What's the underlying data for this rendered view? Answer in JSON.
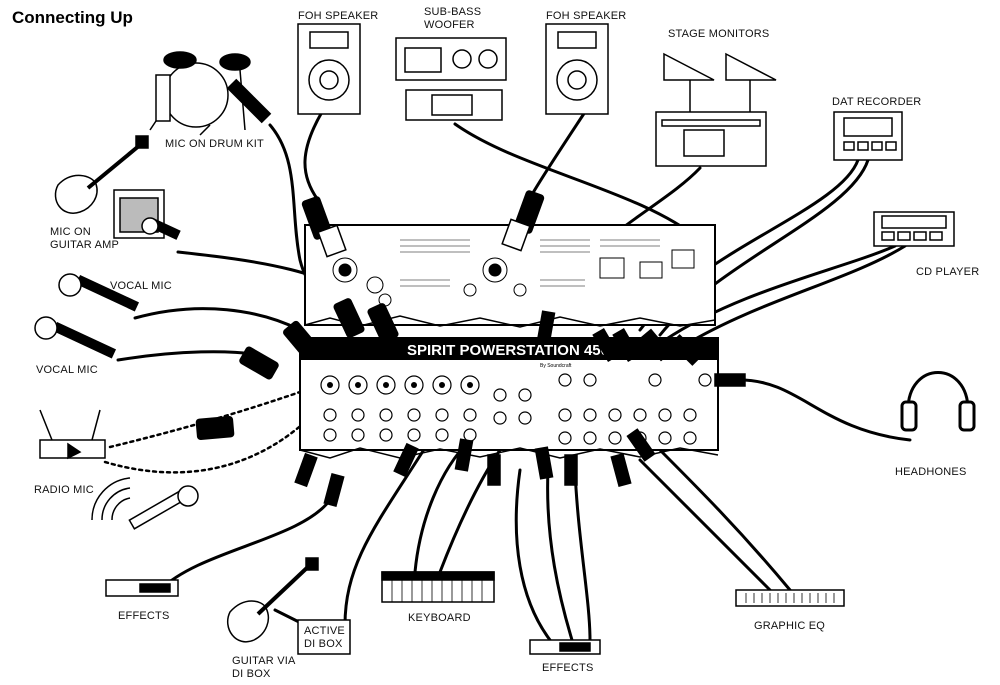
{
  "title": "Connecting Up",
  "labels": {
    "foh_left": "FOH SPEAKER",
    "sub_line1": "SUB-BASS",
    "sub_line2": "WOOFER",
    "foh_right": "FOH SPEAKER",
    "stage_monitors": "STAGE MONITORS",
    "dat_recorder": "DAT RECORDER",
    "cd_player": "CD PLAYER",
    "mic_drum": "MIC ON DRUM KIT",
    "mic_guitar_1": "MIC ON",
    "mic_guitar_2": "GUITAR AMP",
    "vocal_mic_1": "VOCAL MIC",
    "vocal_mic_2": "VOCAL MIC",
    "radio_mic": "RADIO MIC",
    "headphones": "HEADHONES",
    "effects_left": "EFFECTS",
    "guitar_di_1": "GUITAR VIA",
    "guitar_di_2": "DI BOX",
    "active_di_1": "ACTIVE",
    "active_di_2": "DI BOX",
    "keyboard": "KEYBOARD",
    "effects_bottom": "EFFECTS",
    "graphic_eq": "GRAPHIC EQ",
    "mixer_brand": "SPIRIT POWERSTATION 450",
    "mixer_maker": "By Soundcraft"
  }
}
